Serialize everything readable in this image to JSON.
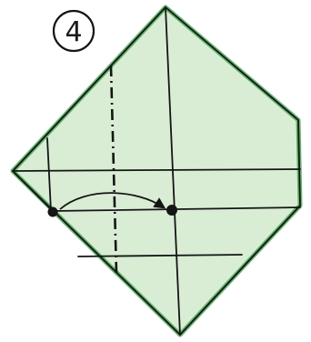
{
  "diagram": {
    "step_number": "4",
    "colors": {
      "paper_fill": "#d9ecd4",
      "paper_edge": "#5fb46a",
      "ink": "#151515",
      "background": "#ffffff"
    },
    "elements": [
      "step-number-badge",
      "paper-square",
      "vertical-center-crease",
      "horizontal-crease-upper",
      "horizontal-crease-middle",
      "horizontal-crease-lower",
      "left-vertical-crease",
      "valley-fold-line-dashed",
      "start-point-dot",
      "target-point-dot",
      "fold-direction-arrow"
    ]
  }
}
